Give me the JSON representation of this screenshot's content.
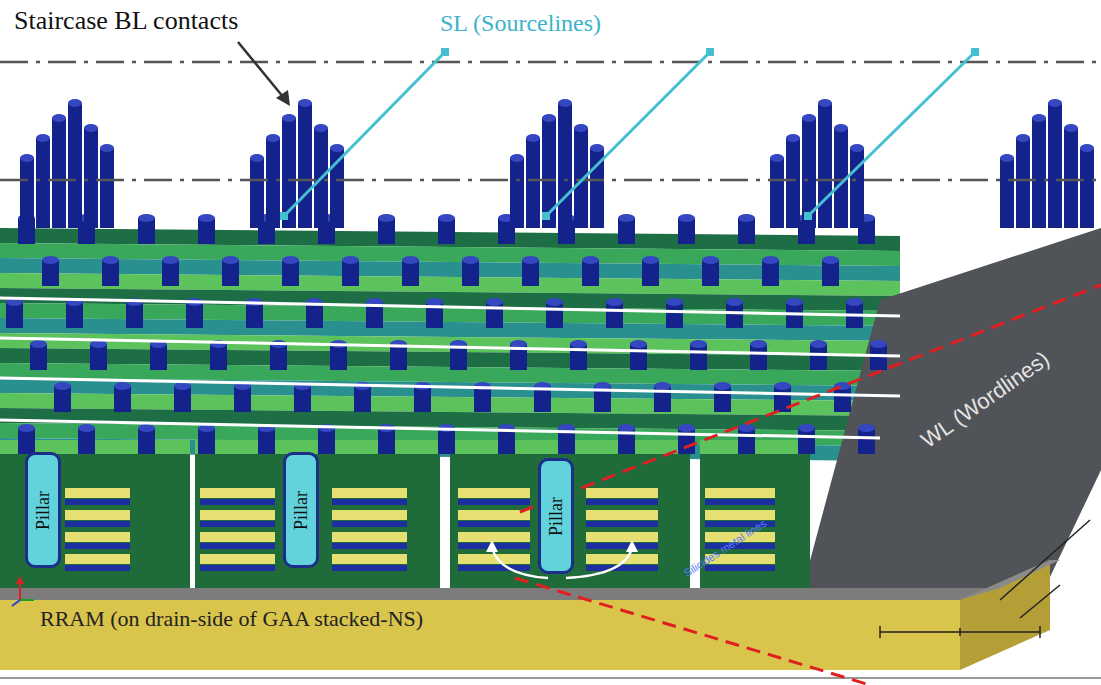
{
  "diagram": {
    "nodes": [
      {
        "text": [
          "Pillar"
        ]
      },
      {
        "text": [
          "Pillar"
        ]
      },
      {
        "text": [
          "Pillar"
        ]
      }
    ],
    "labels": [
      "Staircase BL contacts",
      "SL (Sourcelines)",
      "WL (Wordlines)",
      "Silicides metal lines",
      "RRAM (on drain-side of GAA stacked-NS)"
    ]
  }
}
